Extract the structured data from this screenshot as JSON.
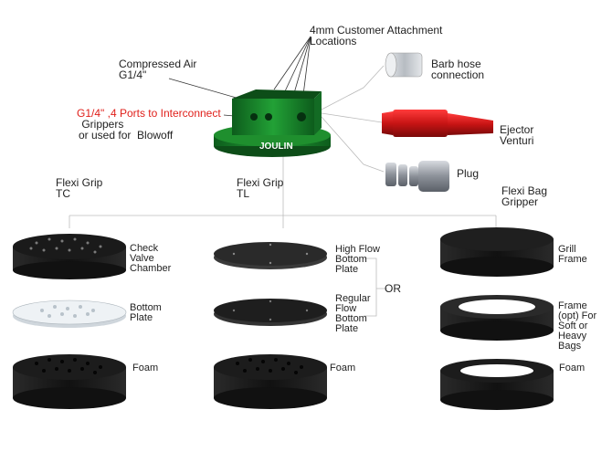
{
  "labels": {
    "attachment": "4mm Customer Attachment\nLocations",
    "compressed_air": "Compressed Air\nG1/4\"",
    "ports": "G1/4\" ,4 Ports to Interconnect",
    "grippers": " Grippers\nor used for  Blowoff",
    "barb": "Barb hose\nconnection",
    "ejector": "Ejector\nVenturi",
    "plug": "Plug",
    "flexi_tc": "Flexi Grip\nTC",
    "flexi_tl": "Flexi Grip\nTL",
    "flexi_bag": "Flexi Bag\nGripper",
    "check_valve": "Check\nValve\nChamber",
    "bottom_plate": "Bottom\nPlate",
    "foam_left": "Foam",
    "high_flow": "High Flow\nBottom\nPlate",
    "or": "OR",
    "regular_flow": "Regular\nFlow\nBottom\nPlate",
    "foam_mid": "Foam",
    "grill_frame": "Grill\nFrame",
    "frame_opt": "Frame\n(opt) For\nSoft or\nHeavy\nBags",
    "foam_right": "Foam",
    "brand": "JOULIN"
  },
  "colors": {
    "manifold_green": "#1f8f2e",
    "manifold_dark": "#0d4d18",
    "black_part": "#1a1a1a",
    "ejector_red": "#c81414",
    "label_red": "#e0201b",
    "fitting_grey": "#9aa0a8"
  }
}
